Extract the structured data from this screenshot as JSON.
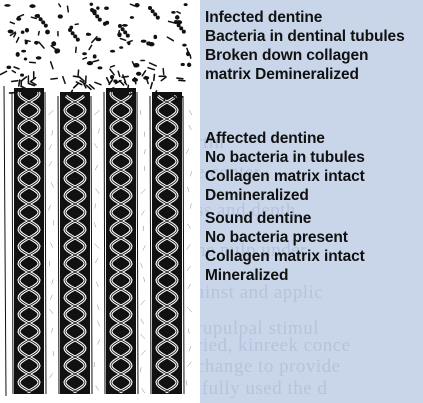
{
  "captions": {
    "infected": [
      "Infected dentine",
      "Bacteria in dentinal tubules",
      "Broken down collagen",
      "matrix Demineralized"
    ],
    "affected": [
      "Affected dentine",
      "No bacteria in tubules",
      "Collagen matrix intact",
      "Demineralized"
    ],
    "sound": [
      "Sound dentine",
      "No bacteria present",
      "Collagen matrix intact",
      "Mineralized"
    ]
  },
  "colors": {
    "background": "#c9d6ea",
    "ink": "#111111",
    "paper": "#ffffff"
  }
}
